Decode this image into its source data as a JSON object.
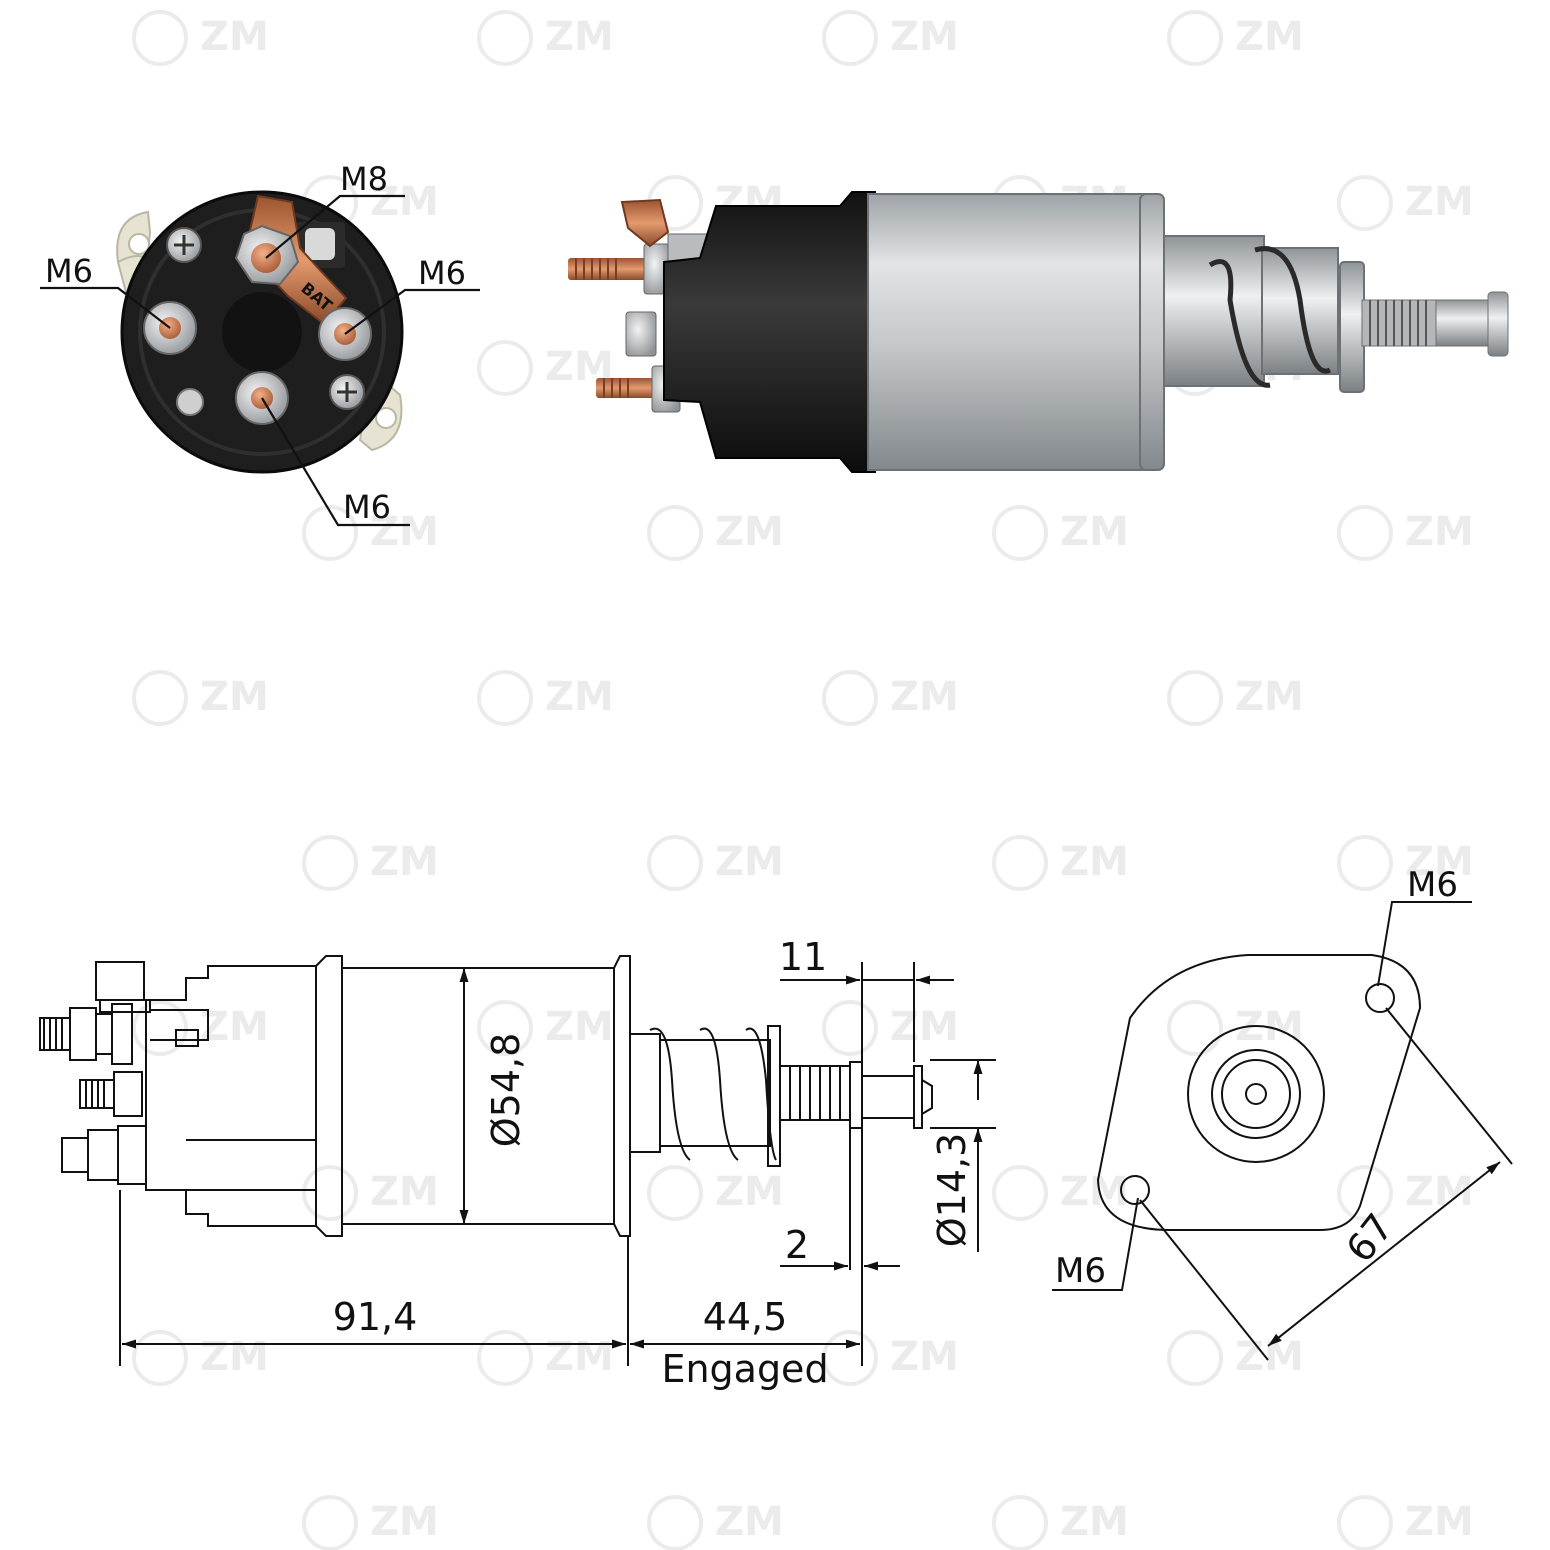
{
  "brand": {
    "watermark": "ZM",
    "colors": {
      "line": "#111111",
      "copper": "#c8764a",
      "copper_dark": "#8a4a2a",
      "steel": "#c9cdd0",
      "steel_dark": "#8e9397",
      "black_cap": "#1c1c1c",
      "bracket": "#e6e3d2",
      "watermark": "#dcdcdc"
    }
  },
  "photo_end_view": {
    "labels": {
      "top_terminal": "M8",
      "left_terminal": "M6",
      "right_terminal": "M6",
      "bottom_terminal": "M6"
    },
    "strap_text": "BAT"
  },
  "drawing_side_view": {
    "body_diameter": "Ø54,8",
    "plunger_diameter": "Ø14,3",
    "body_length": "91,4",
    "engaged_length": "44,5",
    "engaged_caption": "Engaged",
    "head_length": "11",
    "gap": "2"
  },
  "drawing_flange_view": {
    "hole_top": "M6",
    "hole_bottom": "M6",
    "hole_spacing": "67"
  }
}
